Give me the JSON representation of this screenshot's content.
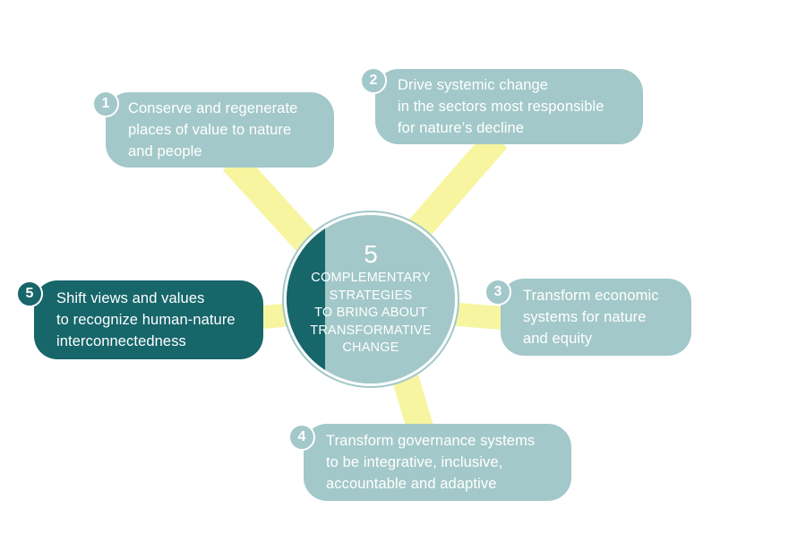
{
  "colors": {
    "box": "#a3c8c9",
    "box_dark": "#16666a",
    "connector": "#f7f5a0",
    "background": "#ffffff"
  },
  "center": {
    "number": "5",
    "title": "COMPLEMENTARY\nSTRATEGIES\nTO BRING ABOUT\nTRANSFORMATIVE\nCHANGE"
  },
  "strategies": [
    {
      "number": "1",
      "text": "Conserve and regenerate\nplaces of value to nature\nand people",
      "highlighted": false
    },
    {
      "number": "2",
      "text": "Drive systemic change\nin the sectors most responsible\nfor nature’s decline",
      "highlighted": false
    },
    {
      "number": "3",
      "text": "Transform economic\nsystems for nature\nand equity",
      "highlighted": false
    },
    {
      "number": "4",
      "text": "Transform governance systems\nto be integrative, inclusive,\naccountable and adaptive",
      "highlighted": false
    },
    {
      "number": "5",
      "text": "Shift views and values\nto recognize human-nature\ninterconnectedness",
      "highlighted": true
    }
  ]
}
